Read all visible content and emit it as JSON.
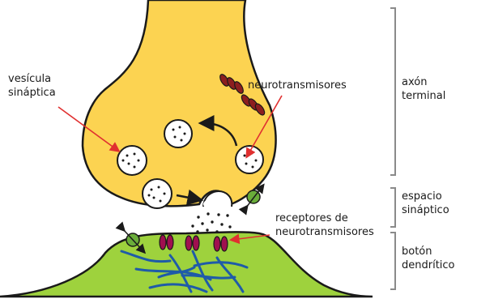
{
  "labels": {
    "vesicle": [
      "vesícula",
      "sináptica"
    ],
    "neurotransmitters": "neurotransmisores",
    "receptors": [
      "receptores de",
      "neurotransmisores"
    ],
    "axon_terminal": [
      "axón",
      "terminal"
    ],
    "synaptic_cleft": [
      "espacio",
      "sináptico"
    ],
    "dendritic_button": [
      "botón",
      "dendrítico"
    ]
  },
  "colors": {
    "axon_fill": "#fcd351",
    "dendrite_fill": "#9ed23d",
    "outline": "#1a1a1a",
    "vesicle_fill": "#ffffff",
    "channel_fill": "#8c1f1f",
    "receptor_fill": "#a0104f",
    "transporter_fill": "#6aad3a",
    "fiber_color": "#1f5ba8",
    "pointer_color": "#e03030",
    "bracket_color": "#8a8a8a"
  },
  "icons": [
    "vesicle-icon",
    "ion-channel-icon",
    "receptor-icon",
    "transporter-icon",
    "arrow-icon"
  ]
}
